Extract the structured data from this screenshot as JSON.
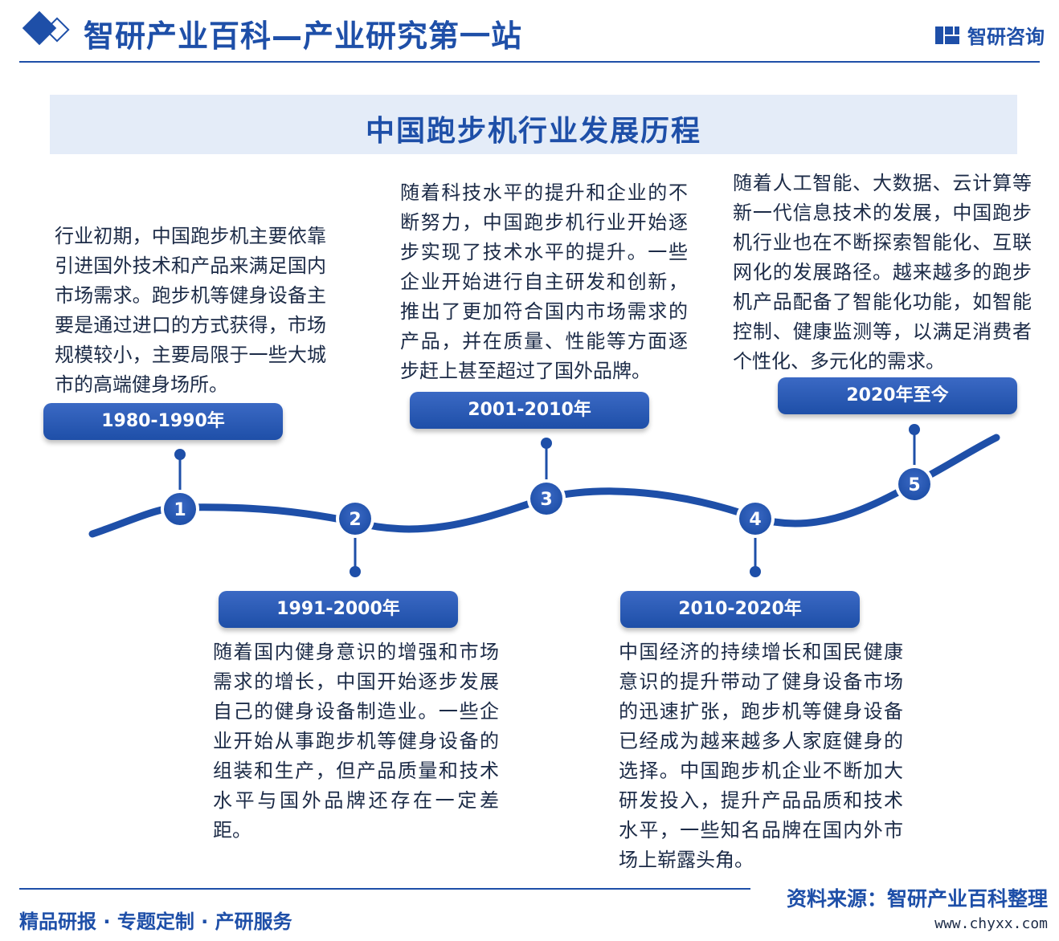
{
  "header": {
    "title": "智研产业百科—产业研究第一站",
    "brand": "智研咨询"
  },
  "chart_title": "中国跑步机行业发展历程",
  "stages": [
    {
      "number": "1",
      "period": "1980-1990年",
      "text": "行业初期，中国跑步机主要依靠引进国外技术和产品来满足国内市场需求。跑步机等健身设备主要是通过进口的方式获得，市场规模较小，主要局限于一些大城市的高端健身场所。"
    },
    {
      "number": "2",
      "period": "1991-2000年",
      "text": "随着国内健身意识的增强和市场需求的增长，中国开始逐步发展自己的健身设备制造业。一些企业开始从事跑步机等健身设备的组装和生产，但产品质量和技术水平与国外品牌还存在一定差距。"
    },
    {
      "number": "3",
      "period": "2001-2010年",
      "text": "随着科技水平的提升和企业的不断努力，中国跑步机行业开始逐步实现了技术水平的提升。一些企业开始进行自主研发和创新，推出了更加符合国内市场需求的产品，并在质量、性能等方面逐步赶上甚至超过了国外品牌。"
    },
    {
      "number": "4",
      "period": "2010-2020年",
      "text": "中国经济的持续增长和国民健康意识的提升带动了健身设备市场的迅速扩张，跑步机等健身设备已经成为越来越多人家庭健身的选择。中国跑步机企业不断加大研发投入，提升产品品质和技术水平，一些知名品牌在国内外市场上崭露头角。"
    },
    {
      "number": "5",
      "period": "2020年至今",
      "text": "随着人工智能、大数据、云计算等新一代信息技术的发展，中国跑步机行业也在不断探索智能化、互联网化的发展路径。越来越多的跑步机产品配备了智能化功能，如智能控制、健康监测等，以满足消费者个性化、多元化的需求。"
    }
  ],
  "footer": {
    "tagline": "精品研报 · 专题定制 · 产研服务",
    "source": "资料来源：智研产业百科整理",
    "url": "www.chyxx.com"
  },
  "colors": {
    "primary": "#1e4fa8",
    "band": "#e4ecf8",
    "text": "#1c2b47"
  }
}
